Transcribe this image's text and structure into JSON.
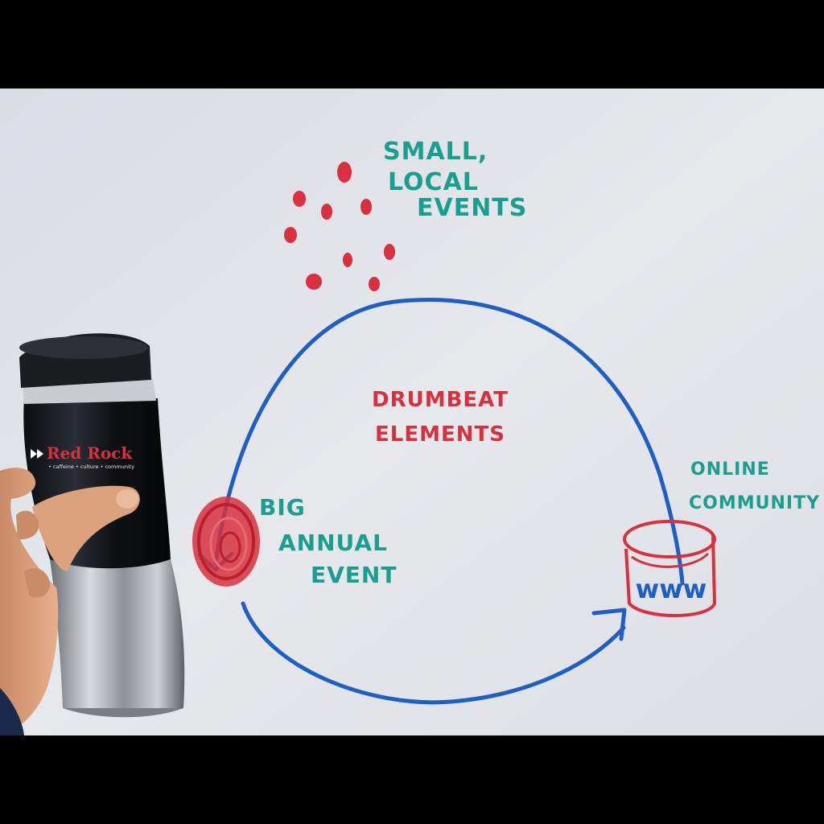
{
  "whiteboard": {
    "labels": {
      "small_local_events": [
        "Small,",
        "local",
        "events"
      ],
      "drumbeat_elements": [
        "Drumbeat",
        "Elements"
      ],
      "big_annual_event": [
        "Big",
        "Annual",
        "Event"
      ],
      "online_community": [
        "Online",
        "Community"
      ],
      "www": "www"
    },
    "colors": {
      "teal_marker": "#1a9e8f",
      "red_marker": "#d8303f",
      "blue_marker": "#1f5fc4",
      "board": "#e3e5ea"
    }
  },
  "mug": {
    "brand": "Red Rock",
    "tagline": "• caffeine • culture • community"
  }
}
